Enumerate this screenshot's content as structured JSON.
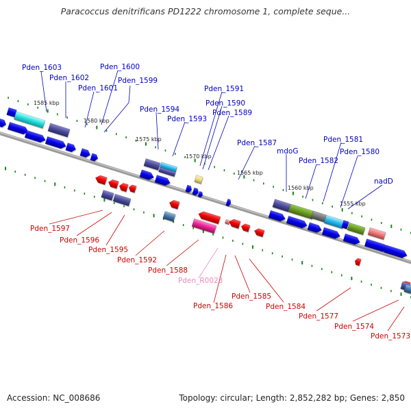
{
  "title": "Paracoccus denitrificans PD1222 chromosome 1, complete seque...",
  "footer": {
    "accession": "Accession: NC_008686",
    "summary": "Topology: circular; Length: 2,852,282 bp; Genes: 2,850"
  },
  "colors": {
    "top_label": "#0000bb",
    "bottom_label": "#cc0000",
    "rna_label": "#ee88bb",
    "backbone": "#808080",
    "tick": "#118811",
    "forward_gene": "#0000ee",
    "reverse_gene": "#ee0000"
  },
  "kbp_ticks": [
    "1585 kbp",
    "1580 kbp",
    "1575 kbp",
    "1570 kbp",
    "1565 kbp",
    "1560 kbp",
    "1555 kbp"
  ],
  "top_labels": [
    "Pden_1603",
    "Pden_1602",
    "Pden_1600",
    "Pden_1601",
    "Pden_1599",
    "Pden_1594",
    "Pden_1593",
    "Pden_1591",
    "Pden_1590",
    "Pden_1589",
    "Pden_1587",
    "mdoG",
    "Pden_1582",
    "Pden_1581",
    "Pden_1580",
    "nadD"
  ],
  "bottom_labels": [
    "Pden_1597",
    "Pden_1596",
    "Pden_1595",
    "Pden_1592",
    "Pden_1588",
    "Pden_R0023",
    "Pden_1586",
    "Pden_1585",
    "Pden_1584",
    "Pden_1577",
    "Pden_1574",
    "Pden_1573"
  ]
}
